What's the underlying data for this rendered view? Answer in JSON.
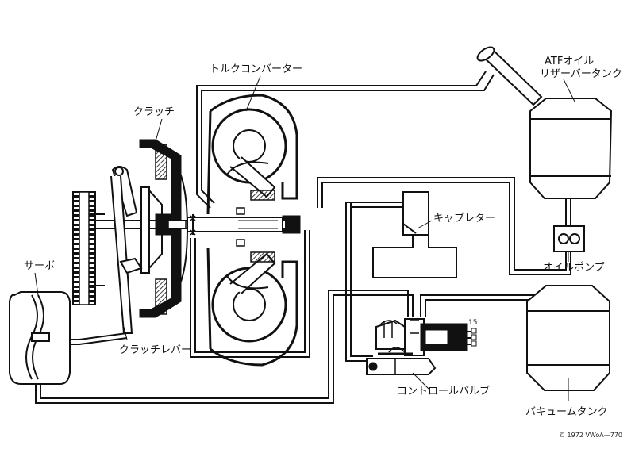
{
  "labels": {
    "atf_tank_line1": "ATFオイル",
    "atf_tank_line2": "リザーバータンク",
    "torque_converter": "トルクコンバーター",
    "clutch": "クラッチ",
    "carburetor": "キャブレター",
    "oil_pump": "オイルポンプ",
    "servo": "サーボ",
    "clutch_lever": "クラッチレバー",
    "control_valve": "コントロールバルブ",
    "vacuum_tank": "バキュームタンク",
    "terminal_number": "15"
  },
  "copyright": "© 1972 VWoA—770"
}
